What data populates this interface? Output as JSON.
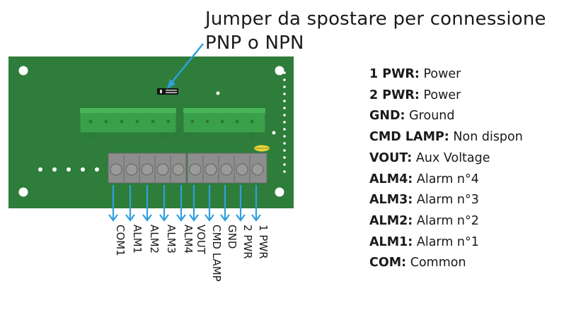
{
  "callout": {
    "line1": "Jumper da spostare per connessione",
    "line2": "PNP o NPN"
  },
  "legend": [
    {
      "key": "1 PWR:",
      "desc": "Power"
    },
    {
      "key": "2 PWR:",
      "desc": "Power"
    },
    {
      "key": "GND:",
      "desc": "Ground"
    },
    {
      "key": "CMD LAMP:",
      "desc": "Non dispon"
    },
    {
      "key": "VOUT:",
      "desc": "Aux Voltage"
    },
    {
      "key": "ALM4:",
      "desc": "Alarm n°4"
    },
    {
      "key": "ALM3:",
      "desc": "Alarm n°3"
    },
    {
      "key": "ALM2:",
      "desc": "Alarm n°2"
    },
    {
      "key": "ALM1:",
      "desc": "Alarm n°1"
    },
    {
      "key": "COM:",
      "desc": "Common"
    }
  ],
  "pins": [
    "COM1",
    "ALM1",
    "ALM2",
    "ALM3",
    "ALM4",
    "VOUT",
    "CMD LAMP",
    "GND",
    "2 PWR",
    "1 PWR"
  ],
  "colors": {
    "pcb": "#2e7d3a",
    "connector_green": "#3aa14a",
    "terminal_grey": "#8e8e8e",
    "arrow": "#2f9fe0"
  }
}
